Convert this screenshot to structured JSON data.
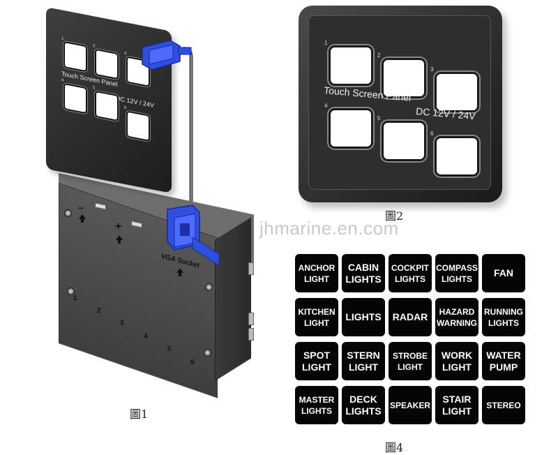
{
  "figure1": {
    "caption": "圖1",
    "panel": {
      "label_line1": "Touch Screen Panel",
      "label_line2": "DC 12V / 24V",
      "key_numbers": [
        "1",
        "2",
        "3",
        "4",
        "5",
        "6"
      ]
    },
    "box": {
      "minus": "−",
      "plus": "+",
      "vga_label": "VGA Socket",
      "channel_numbers": [
        "1",
        "2",
        "3",
        "4",
        "5",
        "6"
      ]
    }
  },
  "figure2": {
    "caption": "圖2",
    "label_line1": "Touch Screen Panel",
    "label_line2": "DC 12V / 24V",
    "key_numbers": [
      "1",
      "2",
      "3",
      "4",
      "5",
      "6"
    ]
  },
  "watermark": "jhmarine.en.com",
  "figure4": {
    "caption": "圖4",
    "labels": [
      "ANCHOR\nLIGHT",
      "CABIN\nLIGHTS",
      "COCKPIT\nLIGHTS",
      "COMPASS\nLIGHTS",
      "FAN",
      "KITCHEN\nLIGHT",
      "LIGHTS",
      "RADAR",
      "HAZARD\nWARNING",
      "RUNNING\nLIGHTS",
      "SPOT\nLIGHT",
      "STERN\nLIGHT",
      "STROBE\nLIGHT",
      "WORK\nLIGHT",
      "WATER\nPUMP",
      "MASTER\nLIGHTS",
      "DECK\nLIGHTS",
      "SPEAKER",
      "STAIR\nLIGHT",
      "STEREO"
    ]
  },
  "colors": {
    "panel_dark": "#2b2b2b",
    "box_gray": "#4a4a4a",
    "vga_blue": "#2f4fe0",
    "label_black": "#050505"
  }
}
